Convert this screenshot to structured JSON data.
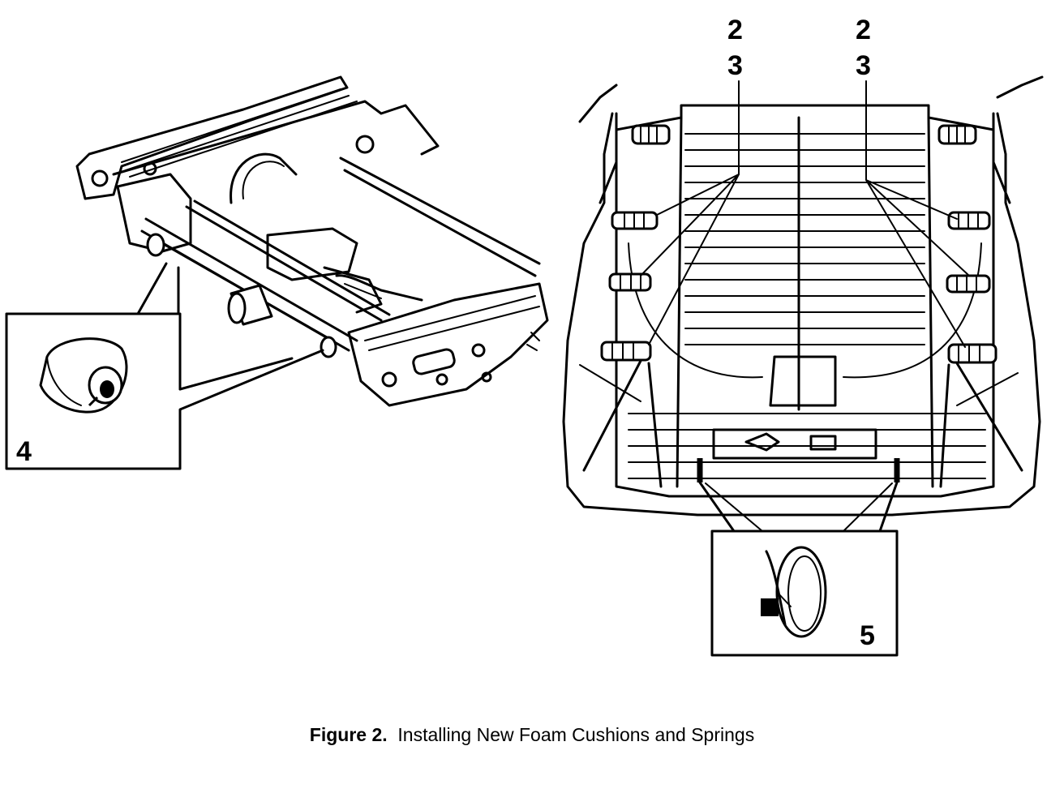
{
  "figure": {
    "caption_label": "Figure 2.",
    "caption_text": "Installing New Foam Cushions and Springs"
  },
  "callouts": {
    "right_top_left_a": "2",
    "right_top_left_b": "3",
    "right_top_right_a": "2",
    "right_top_right_b": "3",
    "left_inset": "4",
    "right_inset": "5"
  }
}
